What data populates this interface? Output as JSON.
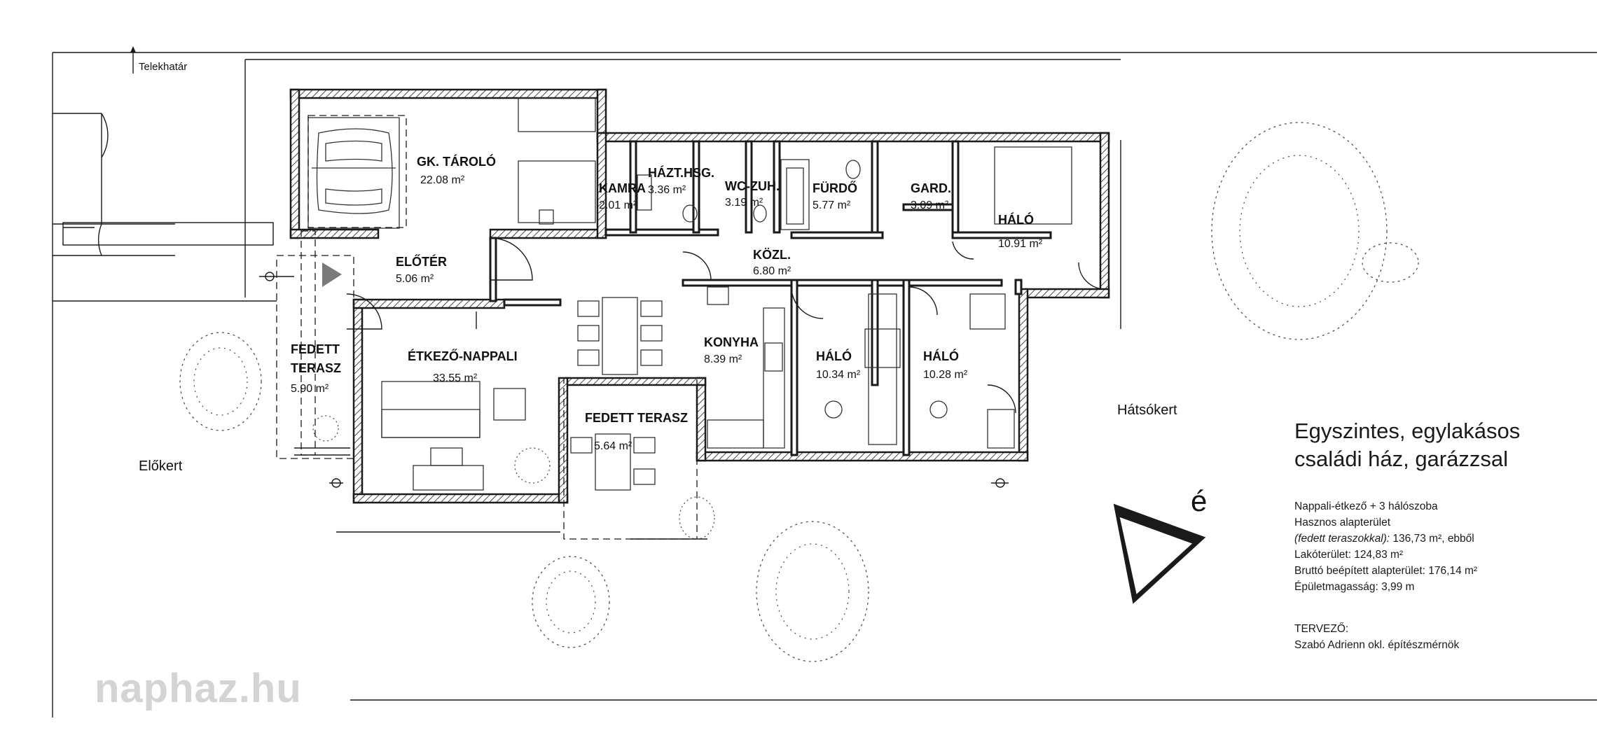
{
  "labels": {
    "plot_boundary": "Telekhatár",
    "front_garden": "Előkert",
    "back_garden": "Hátsókert",
    "north": "é"
  },
  "rooms": [
    {
      "name": "GK. TÁROLÓ",
      "area": "22.08 m²"
    },
    {
      "name": "KAMRA",
      "area": "2.01 m²"
    },
    {
      "name": "HÁZT.HSG.",
      "area": "3.36 m²"
    },
    {
      "name": "WC-ZUH.",
      "area": "3.19 m²"
    },
    {
      "name": "FÜRDŐ",
      "area": "5.77 m²"
    },
    {
      "name": "GARD.",
      "area": "3.09 m²"
    },
    {
      "name": "HÁLÓ",
      "area": "10.91 m²"
    },
    {
      "name": "ELŐTÉR",
      "area": "5.06 m²"
    },
    {
      "name": "KÖZL.",
      "area": "6.80 m²"
    },
    {
      "name": "FEDETT",
      "name2": "TERASZ",
      "area": "5.90 m²"
    },
    {
      "name": "ÉTKEZŐ-NAPPALI",
      "area": "33.55 m²"
    },
    {
      "name": "KONYHA",
      "area": "8.39 m²"
    },
    {
      "name": "HÁLÓ",
      "area": "10.34 m²"
    },
    {
      "name": "HÁLÓ",
      "area": "10.28 m²"
    },
    {
      "name": "FEDETT TERASZ",
      "area": "5.64 m²"
    }
  ],
  "title": {
    "line1": "Egyszintes, egylakásos",
    "line2": "családi ház, garázzsal"
  },
  "info": {
    "line1": "Nappali-étkező + 3 hálószoba",
    "line2": "Hasznos alapterület",
    "line3_italic": "(fedett teraszokkal):",
    "line3_rest": " 136,73 m², ebből",
    "line4": "Lakóterület: 124,83 m²",
    "line5": "Bruttó beépített alapterület: 176,14 m²",
    "line6": "Épületmagasság: 3,99 m"
  },
  "designer": {
    "label": "TERVEZŐ:",
    "name": "Szabó Adrienn okl. építészmérnök"
  },
  "watermark": "naphaz.hu"
}
